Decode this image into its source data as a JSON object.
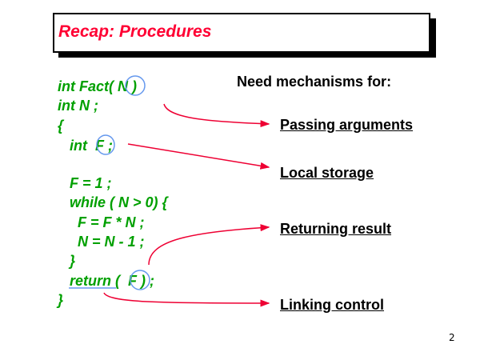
{
  "slide": {
    "title": "Recap: Procedures",
    "page_number": "2",
    "colors": {
      "title": "#ff0033",
      "code": "#00a000",
      "arrows": "#ee0033",
      "highlight": "#6699ee"
    }
  },
  "code": {
    "lines": [
      "int Fact( N )",
      "int N ;",
      "{",
      "   int  F ;",
      "",
      "   F = 1 ;",
      "   while ( N > 0) {",
      "     F = F * N ;",
      "     N = N - 1 ;",
      "   }",
      "   return (  F ) ;",
      "}"
    ]
  },
  "mechanisms": {
    "heading": "Need mechanisms for:",
    "items": [
      "Passing arguments",
      "Local storage",
      "Returning result",
      "Linking control"
    ]
  }
}
